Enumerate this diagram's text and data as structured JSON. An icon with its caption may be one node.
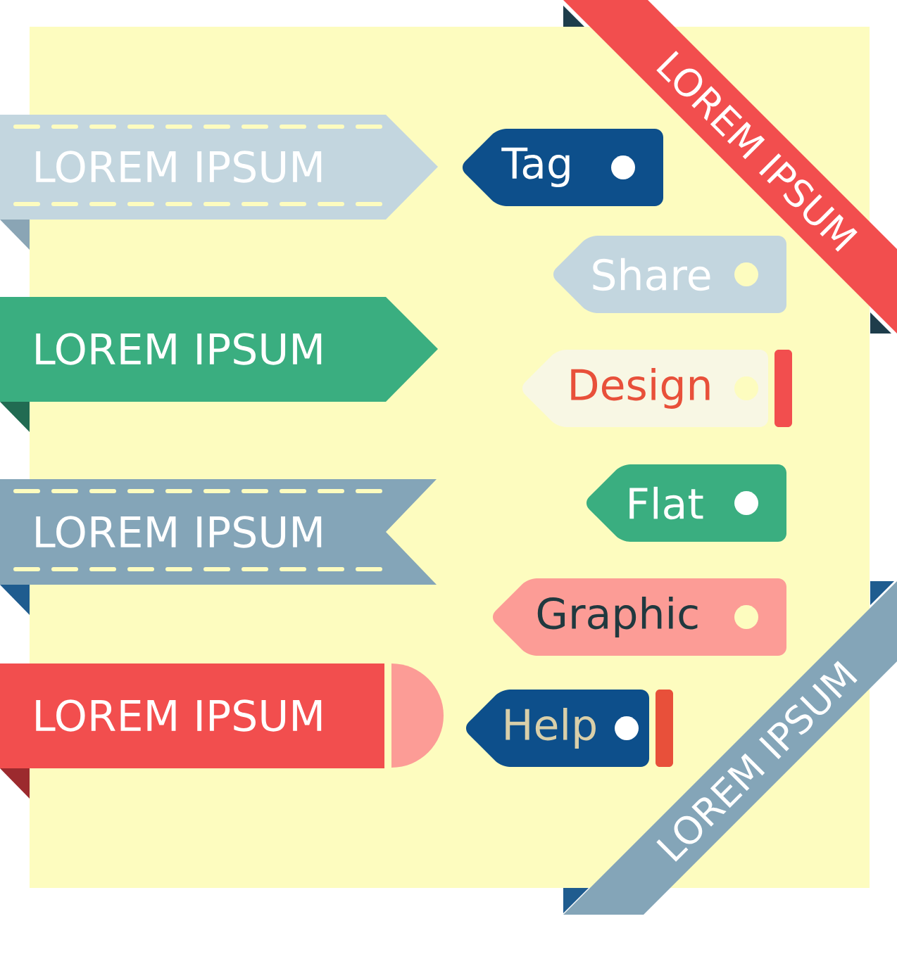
{
  "diagram": {
    "nodes": [
      {
        "text": [
          "LOREM IPSUM"
        ]
      },
      {
        "text": [
          "LOREM IPSUM"
        ]
      },
      {
        "text": [
          "LOREM IPSUM"
        ]
      },
      {
        "text": [
          "LOREM IPSUM"
        ]
      },
      {
        "text": [
          "Tag"
        ]
      },
      {
        "text": [
          "Share"
        ]
      },
      {
        "text": [
          "Design"
        ]
      },
      {
        "text": [
          "Flat"
        ]
      },
      {
        "text": [
          "Graphic"
        ]
      },
      {
        "text": [
          "Help"
        ]
      },
      {
        "text": [
          "LOREM IPSUM"
        ]
      },
      {
        "text": [
          "LOREM IPSUM"
        ]
      }
    ]
  }
}
